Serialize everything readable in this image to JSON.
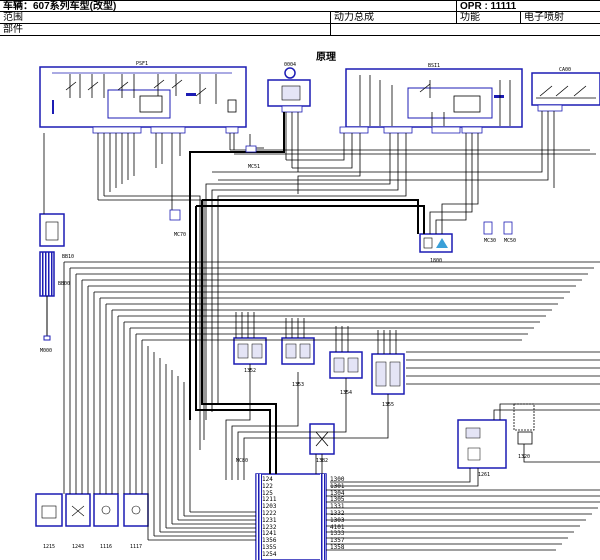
{
  "header": {
    "vehicle_label": "车辆：607系列车型(改型)",
    "opr_label": "OPR : 11111",
    "scope_label": "范围",
    "domain_label": "动力总成",
    "function_label": "功能",
    "function_value": "电子喷射",
    "part_label": "部件"
  },
  "diagram_title": "原理",
  "components": {
    "psf1": "PSF1",
    "c0004": "0004",
    "bsi1": "BSI1",
    "ca00": "CA00",
    "bb10": "BB10",
    "bb00": "BB00",
    "m000": "M000",
    "mc51": "MC51",
    "mc70": "MC70",
    "mc30": "MC30",
    "mc50": "MC50",
    "c1800": "1800",
    "c1352": "1352",
    "c1353": "1353",
    "c1354": "1354",
    "c1355": "1355",
    "c1382": "1382",
    "c1261": "1261",
    "mc80": "MC80",
    "c1215": "1215",
    "c1243": "1243",
    "c1116": "1116",
    "c1117": "1117",
    "c1320": "1320"
  },
  "ecu_pins_left": [
    "124",
    "122",
    "125",
    "1211",
    "1203",
    "1222",
    "1231",
    "1232",
    "1241",
    "1356",
    "1355",
    "1254"
  ],
  "ecu_pins_right": [
    "1300",
    "1301",
    "1304",
    "1305",
    "1331",
    "1332",
    "1303",
    "4101",
    "1333",
    "1357",
    "1358"
  ],
  "colors": {
    "frame": "#1c1cb4",
    "wire": "#000000",
    "fill": "#e4e4f6",
    "accent": "#3aa0d8"
  }
}
